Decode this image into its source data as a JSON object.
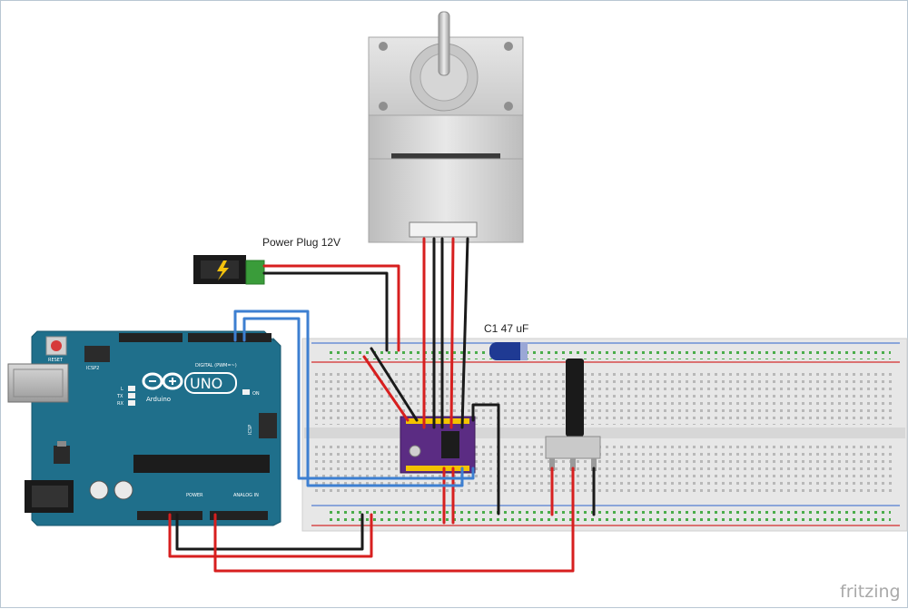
{
  "labels": {
    "power_plug": "Power Plug 12V",
    "capacitor": "C1 47 uF",
    "watermark": "fritzing"
  },
  "arduino": {
    "reset": "RESET",
    "icsp2": "ICSP2",
    "digital": "DIGITAL (PWM=~)",
    "tx": "TX",
    "rx": "RX",
    "l": "L",
    "on": "ON",
    "brand": "Arduino",
    "model": "UNO",
    "icsp": "ICSP",
    "power": "POWER",
    "analog": "ANALOG IN"
  },
  "colors": {
    "board": "#1f6f8b",
    "breadboard": "#e7e7e7",
    "wire_red": "#d71f1f",
    "wire_black": "#1a1a1a",
    "wire_blue": "#3d7fd1",
    "driver": "#5b2c83",
    "rail_red": "#d74a4a",
    "rail_blue": "#6c8fd6",
    "hole_green": "#3aa63a"
  },
  "icons": [
    "arduino-logo-icon",
    "lightning-icon",
    "usb-port-icon"
  ]
}
